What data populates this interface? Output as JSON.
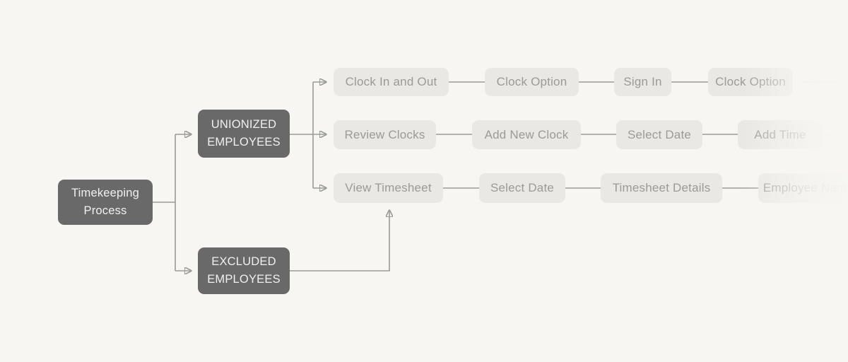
{
  "diagram": {
    "root": {
      "label": "Timekeeping Process"
    },
    "branches": [
      {
        "label": "UNIONIZED EMPLOYEES"
      },
      {
        "label": "EXCLUDED EMPLOYEES"
      }
    ],
    "rows": [
      {
        "steps": [
          "Clock In and Out",
          "Clock Option",
          "Sign In",
          "Clock Option"
        ]
      },
      {
        "steps": [
          "Review Clocks",
          "Add New Clock",
          "Select Date",
          "Add Time"
        ]
      },
      {
        "steps": [
          "View Timesheet",
          "Select Date",
          "Timesheet Details",
          "Employee Name"
        ]
      }
    ],
    "colors": {
      "background": "#f7f6f3",
      "dark_node_fill": "#696969",
      "dark_node_text": "#f1f0ee",
      "light_node_fill": "#e9e8e4",
      "light_node_text": "#9b9a96",
      "connector": "#9a9a97",
      "arrowhead": "#8d8d8a"
    }
  }
}
